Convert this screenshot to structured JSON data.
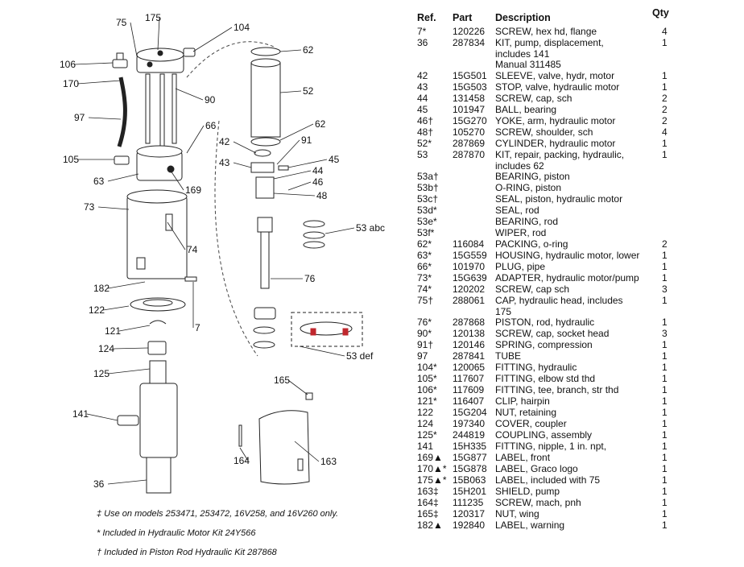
{
  "callouts": [
    "75",
    "175",
    "104",
    "62",
    "106",
    "170",
    "90",
    "52",
    "97",
    "62",
    "66",
    "42",
    "91",
    "45",
    "43",
    "44",
    "105",
    "46",
    "63",
    "169",
    "48",
    "73",
    "53 abc",
    "74",
    "182",
    "76",
    "122",
    "7",
    "121",
    "124",
    "53 def",
    "125",
    "165",
    "141",
    "164",
    "163",
    "36"
  ],
  "footnotes": [
    "‡ Use on models 253471, 253472, 16V258, and 16V260 only.",
    "* Included in Hydraulic Motor Kit 24Y566",
    "† Included in Piston Rod Hydraulic Kit 287868"
  ],
  "table": {
    "headers": {
      "ref": "Ref.",
      "part": "Part",
      "description": "Description",
      "qty": "Qty"
    },
    "rows": [
      {
        "ref": "7*",
        "part": "120226",
        "desc": "SCREW, hex hd, flange",
        "qty": "4"
      },
      {
        "ref": "36",
        "part": "287834",
        "desc": "KIT, pump, displacement, includes 141",
        "qty": "1"
      },
      {
        "ref": "",
        "part": "",
        "desc": "Manual 311485",
        "qty": ""
      },
      {
        "ref": "42",
        "part": "15G501",
        "desc": "SLEEVE, valve, hydr, motor",
        "qty": "1"
      },
      {
        "ref": "43",
        "part": "15G503",
        "desc": "STOP, valve, hydraulic motor",
        "qty": "1"
      },
      {
        "ref": "44",
        "part": "131458",
        "desc": "SCREW, cap, sch",
        "qty": "2"
      },
      {
        "ref": "45",
        "part": "101947",
        "desc": "BALL, bearing",
        "qty": "2"
      },
      {
        "ref": "46†",
        "part": "15G270",
        "desc": "YOKE, arm, hydraulic motor",
        "qty": "2"
      },
      {
        "ref": "48†",
        "part": "105270",
        "desc": "SCREW, shoulder, sch",
        "qty": "4"
      },
      {
        "ref": "52*",
        "part": "287869",
        "desc": "CYLINDER, hydraulic motor",
        "qty": "1"
      },
      {
        "ref": "53",
        "part": "287870",
        "desc": "KIT, repair, packing, hydraulic, includes 62",
        "qty": "1"
      },
      {
        "ref": "53a†",
        "part": "",
        "desc": "BEARING, piston",
        "qty": ""
      },
      {
        "ref": "53b†",
        "part": "",
        "desc": "O-RING, piston",
        "qty": ""
      },
      {
        "ref": "53c†",
        "part": "",
        "desc": "SEAL, piston, hydraulic motor",
        "qty": ""
      },
      {
        "ref": "53d*",
        "part": "",
        "desc": "SEAL, rod",
        "qty": ""
      },
      {
        "ref": "53e*",
        "part": "",
        "desc": "BEARING, rod",
        "qty": ""
      },
      {
        "ref": "53f*",
        "part": "",
        "desc": "WIPER, rod",
        "qty": ""
      },
      {
        "ref": "62*",
        "part": "116084",
        "desc": "PACKING, o-ring",
        "qty": "2"
      },
      {
        "ref": "63*",
        "part": "15G559",
        "desc": "HOUSING, hydraulic motor, lower",
        "qty": "1"
      },
      {
        "ref": "66*",
        "part": "101970",
        "desc": "PLUG, pipe",
        "qty": "1"
      },
      {
        "ref": "73*",
        "part": "15G639",
        "desc": "ADAPTER, hydraulic motor/pump",
        "qty": "1"
      },
      {
        "ref": "74*",
        "part": "120202",
        "desc": "SCREW, cap sch",
        "qty": "3"
      },
      {
        "ref": "75†",
        "part": "288061",
        "desc": "CAP, hydraulic head, includes 175",
        "qty": "1"
      },
      {
        "ref": "76*",
        "part": "287868",
        "desc": "PISTON, rod, hydraulic",
        "qty": "1"
      },
      {
        "ref": "90*",
        "part": "120138",
        "desc": "SCREW, cap, socket head",
        "qty": "3"
      },
      {
        "ref": "91†",
        "part": "120146",
        "desc": "SPRING, compression",
        "qty": "1"
      },
      {
        "ref": "97",
        "part": "287841",
        "desc": "TUBE",
        "qty": "1"
      },
      {
        "ref": "104*",
        "part": "120065",
        "desc": "FITTING, hydraulic",
        "qty": "1"
      },
      {
        "ref": "105*",
        "part": "117607",
        "desc": "FITTING, elbow std thd",
        "qty": "1"
      },
      {
        "ref": "106*",
        "part": "117609",
        "desc": "FITTING, tee, branch, str thd",
        "qty": "1"
      },
      {
        "ref": "121*",
        "part": "116407",
        "desc": "CLIP, hairpin",
        "qty": "1"
      },
      {
        "ref": "122",
        "part": "15G204",
        "desc": "NUT, retaining",
        "qty": "1"
      },
      {
        "ref": "124",
        "part": "197340",
        "desc": "COVER, coupler",
        "qty": "1"
      },
      {
        "ref": "125*",
        "part": "244819",
        "desc": "COUPLING, assembly",
        "qty": "1"
      },
      {
        "ref": "141",
        "part": "15H335",
        "desc": "FITTING, nipple, 1 in. npt,",
        "qty": "1"
      },
      {
        "ref": "169▲",
        "part": "15G877",
        "desc": "LABEL, front",
        "qty": "1"
      },
      {
        "ref": "170▲*",
        "part": "15G878",
        "desc": "LABEL, Graco logo",
        "qty": "1"
      },
      {
        "ref": "175▲*",
        "part": "15B063",
        "desc": "LABEL, included with 75",
        "qty": "1"
      },
      {
        "ref": "163‡",
        "part": "15H201",
        "desc": "SHIELD, pump",
        "qty": "1"
      },
      {
        "ref": "164‡",
        "part": "111235",
        "desc": "SCREW, mach, pnh",
        "qty": "1"
      },
      {
        "ref": "165‡",
        "part": "120317",
        "desc": "NUT, wing",
        "qty": "1"
      },
      {
        "ref": "182▲",
        "part": "192840",
        "desc": "LABEL, warning",
        "qty": "1"
      }
    ]
  }
}
